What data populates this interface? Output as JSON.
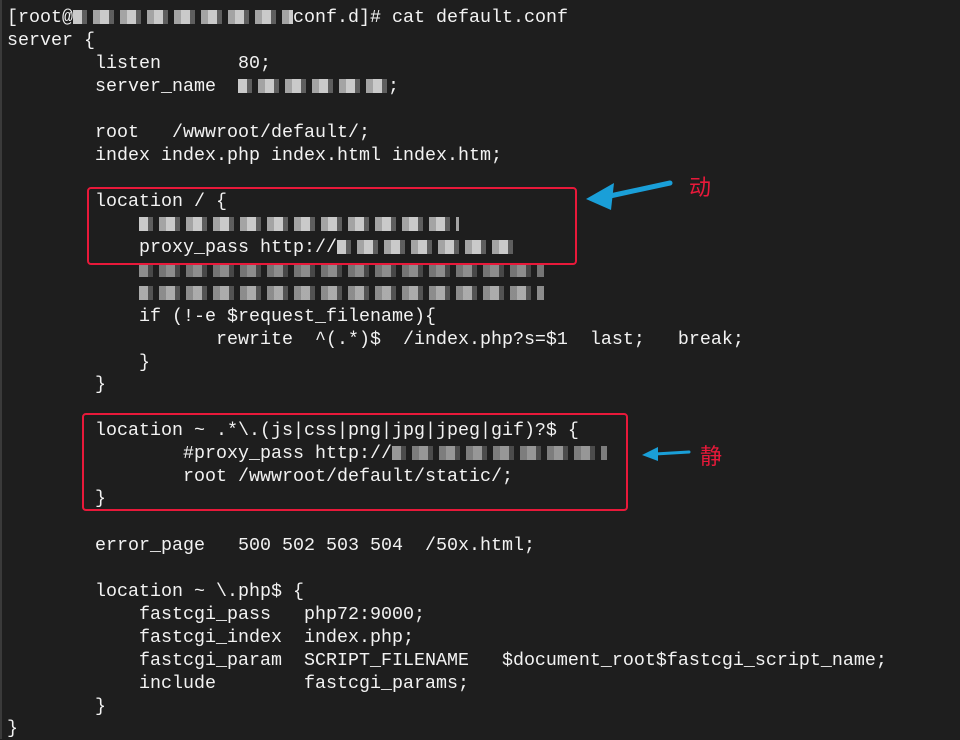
{
  "terminal": {
    "prompt_prefix": "[root@",
    "prompt_suffix": "conf.d]# cat default.conf",
    "lines": [
      "server {",
      "        listen       80;",
      "        server_name  ",
      ";",
      "        root   /wwwroot/default/;",
      "        index index.php index.html index.htm;",
      "        location / {",
      "            proxy_pass http://",
      "            if (!-e $request_filename){",
      "                   rewrite  ^(.*)$  /index.php?s=$1  last;   break;",
      "            }",
      "        }",
      "        location ~ .*\\.(js|css|png|jpg|jpeg|gif)?$ {",
      "                #proxy_pass http://",
      "                root /wwwroot/default/static/;",
      "        }",
      "        error_page   500 502 503 504  /50x.html;",
      "        location ~ \\.php$ {",
      "            fastcgi_pass   php72:9000;",
      "            fastcgi_index  index.php;",
      "            fastcgi_param  SCRIPT_FILENAME   $document_root$fastcgi_script_name;",
      "            include        fastcgi_params;",
      "        }",
      "}"
    ]
  },
  "annotations": {
    "dynamic_label": "动",
    "static_label": "静",
    "box_color": "#e8193a",
    "arrow_color": "#1a9fd8"
  }
}
